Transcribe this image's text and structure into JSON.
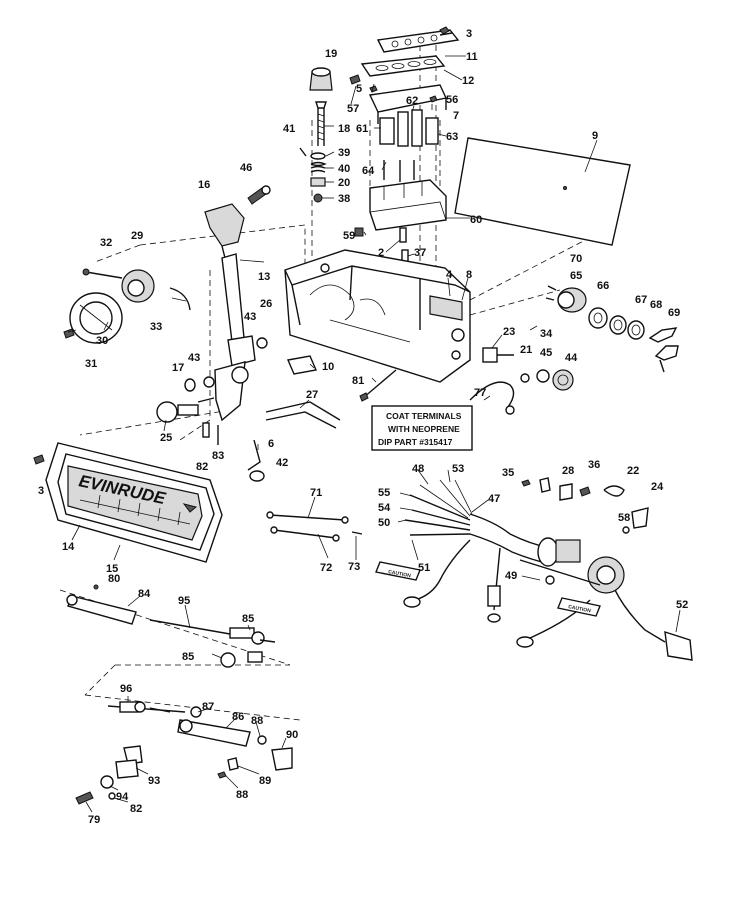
{
  "note": {
    "line1": "COAT TERMINALS",
    "line2": "WITH NEOPRENE",
    "line3": "DIP PART #315417"
  },
  "bezel_brand": "EVINRUDE",
  "caution_tag": "CAUTION",
  "labels": [
    {
      "id": "3a",
      "text": "3"
    },
    {
      "id": "11",
      "text": "11"
    },
    {
      "id": "19",
      "text": "19"
    },
    {
      "id": "12",
      "text": "12"
    },
    {
      "id": "5",
      "text": "5"
    },
    {
      "id": "57",
      "text": "57"
    },
    {
      "id": "56",
      "text": "56"
    },
    {
      "id": "62",
      "text": "62"
    },
    {
      "id": "7",
      "text": "7"
    },
    {
      "id": "41",
      "text": "41"
    },
    {
      "id": "18",
      "text": "18"
    },
    {
      "id": "61",
      "text": "61"
    },
    {
      "id": "63",
      "text": "63"
    },
    {
      "id": "9",
      "text": "9"
    },
    {
      "id": "39",
      "text": "39"
    },
    {
      "id": "46",
      "text": "46"
    },
    {
      "id": "40",
      "text": "40"
    },
    {
      "id": "64",
      "text": "64"
    },
    {
      "id": "16",
      "text": "16"
    },
    {
      "id": "20",
      "text": "20"
    },
    {
      "id": "38",
      "text": "38"
    },
    {
      "id": "60",
      "text": "60"
    },
    {
      "id": "32",
      "text": "32"
    },
    {
      "id": "29",
      "text": "29"
    },
    {
      "id": "59",
      "text": "59"
    },
    {
      "id": "2",
      "text": "2"
    },
    {
      "id": "37",
      "text": "37"
    },
    {
      "id": "70",
      "text": "70"
    },
    {
      "id": "65",
      "text": "65"
    },
    {
      "id": "13",
      "text": "13"
    },
    {
      "id": "4",
      "text": "4"
    },
    {
      "id": "8",
      "text": "8"
    },
    {
      "id": "66",
      "text": "66"
    },
    {
      "id": "67",
      "text": "67"
    },
    {
      "id": "68",
      "text": "68"
    },
    {
      "id": "69",
      "text": "69"
    },
    {
      "id": "26",
      "text": "26"
    },
    {
      "id": "33",
      "text": "33"
    },
    {
      "id": "43a",
      "text": "43"
    },
    {
      "id": "34",
      "text": "34"
    },
    {
      "id": "23",
      "text": "23"
    },
    {
      "id": "31",
      "text": "31"
    },
    {
      "id": "30",
      "text": "30"
    },
    {
      "id": "21",
      "text": "21"
    },
    {
      "id": "45",
      "text": "45"
    },
    {
      "id": "44",
      "text": "44"
    },
    {
      "id": "43b",
      "text": "43"
    },
    {
      "id": "10",
      "text": "10"
    },
    {
      "id": "17",
      "text": "17"
    },
    {
      "id": "81",
      "text": "81"
    },
    {
      "id": "77",
      "text": "77"
    },
    {
      "id": "27",
      "text": "27"
    },
    {
      "id": "25",
      "text": "25"
    },
    {
      "id": "6",
      "text": "6"
    },
    {
      "id": "82a",
      "text": "82"
    },
    {
      "id": "83",
      "text": "83"
    },
    {
      "id": "42",
      "text": "42"
    },
    {
      "id": "48",
      "text": "48"
    },
    {
      "id": "53",
      "text": "53"
    },
    {
      "id": "35",
      "text": "35"
    },
    {
      "id": "28",
      "text": "28"
    },
    {
      "id": "36",
      "text": "36"
    },
    {
      "id": "22",
      "text": "22"
    },
    {
      "id": "3b",
      "text": "3"
    },
    {
      "id": "55",
      "text": "55"
    },
    {
      "id": "24",
      "text": "24"
    },
    {
      "id": "47",
      "text": "47"
    },
    {
      "id": "71",
      "text": "71"
    },
    {
      "id": "54",
      "text": "54"
    },
    {
      "id": "58",
      "text": "58"
    },
    {
      "id": "50",
      "text": "50"
    },
    {
      "id": "14",
      "text": "14"
    },
    {
      "id": "15",
      "text": "15"
    },
    {
      "id": "72",
      "text": "72"
    },
    {
      "id": "73",
      "text": "73"
    },
    {
      "id": "51",
      "text": "51"
    },
    {
      "id": "80",
      "text": "80"
    },
    {
      "id": "49",
      "text": "49"
    },
    {
      "id": "84",
      "text": "84"
    },
    {
      "id": "95",
      "text": "95"
    },
    {
      "id": "52",
      "text": "52"
    },
    {
      "id": "85a",
      "text": "85"
    },
    {
      "id": "85b",
      "text": "85"
    },
    {
      "id": "96",
      "text": "96"
    },
    {
      "id": "87",
      "text": "87"
    },
    {
      "id": "86",
      "text": "86"
    },
    {
      "id": "88a",
      "text": "88"
    },
    {
      "id": "90",
      "text": "90"
    },
    {
      "id": "93",
      "text": "93"
    },
    {
      "id": "89",
      "text": "89"
    },
    {
      "id": "94",
      "text": "94"
    },
    {
      "id": "88b",
      "text": "88"
    },
    {
      "id": "82b",
      "text": "82"
    },
    {
      "id": "79",
      "text": "79"
    }
  ]
}
